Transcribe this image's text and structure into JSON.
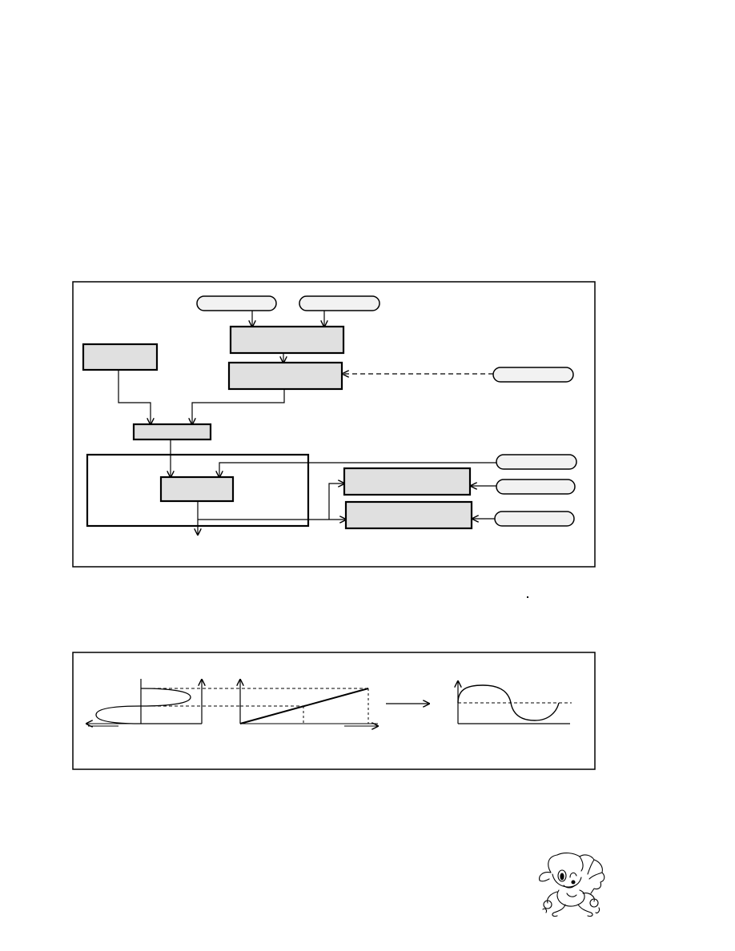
{
  "page": {
    "background": "#ffffff"
  },
  "colors": {
    "ink": "#000000",
    "box_fill": "#e0e0e0",
    "pill_fill": "#f2f2f2"
  },
  "block_diagram": {
    "blocks": [
      {
        "id": "block-top-input-left",
        "shape": "pill",
        "label": ""
      },
      {
        "id": "block-top-input-right",
        "shape": "pill",
        "label": ""
      },
      {
        "id": "block-upper-process",
        "shape": "box",
        "label": ""
      },
      {
        "id": "block-lower-process",
        "shape": "box",
        "label": ""
      },
      {
        "id": "block-left-source",
        "shape": "box",
        "label": ""
      },
      {
        "id": "block-right-control-input",
        "shape": "pill",
        "label": ""
      },
      {
        "id": "block-merge-bar",
        "shape": "box",
        "label": ""
      },
      {
        "id": "block-inner-unit",
        "shape": "box",
        "label": ""
      },
      {
        "id": "block-right-process-upper",
        "shape": "box",
        "label": ""
      },
      {
        "id": "block-right-process-lower",
        "shape": "box",
        "label": ""
      },
      {
        "id": "block-right-input-1",
        "shape": "pill",
        "label": ""
      },
      {
        "id": "block-right-input-2",
        "shape": "pill",
        "label": ""
      },
      {
        "id": "block-right-input-3",
        "shape": "pill",
        "label": ""
      }
    ]
  },
  "waveform_diagram": {
    "panels": [
      "input-sine",
      "ramp",
      "output-wave"
    ],
    "arrow": "right-arrow"
  },
  "mascot": {
    "icon": "hedgehog-mascot-icon"
  }
}
